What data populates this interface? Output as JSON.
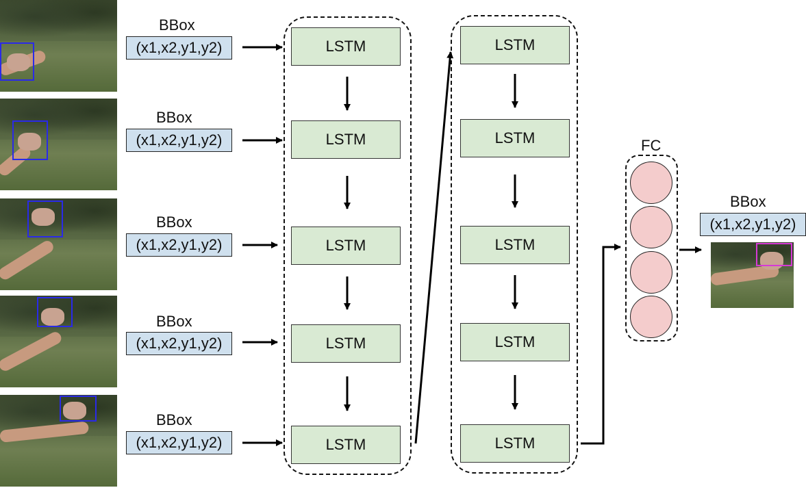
{
  "input_frames": [
    {
      "bbox_label": "BBox",
      "coords": "(x1,x2,y1,y2)"
    },
    {
      "bbox_label": "BBox",
      "coords": "(x1,x2,y1,y2)"
    },
    {
      "bbox_label": "BBox",
      "coords": "(x1,x2,y1,y2)"
    },
    {
      "bbox_label": "BBox",
      "coords": "(x1,x2,y1,y2)"
    },
    {
      "bbox_label": "BBox",
      "coords": "(x1,x2,y1,y2)"
    }
  ],
  "lstm_layer1": [
    "LSTM",
    "LSTM",
    "LSTM",
    "LSTM",
    "LSTM"
  ],
  "lstm_layer2": [
    "LSTM",
    "LSTM",
    "LSTM",
    "LSTM",
    "LSTM"
  ],
  "fc": {
    "label": "FC",
    "neuron_count": 4
  },
  "output": {
    "bbox_label": "BBox",
    "coords": "(x1,x2,y1,y2)"
  },
  "colors": {
    "lstm_fill": "#d9ead3",
    "coord_fill": "#cfe0ee",
    "neuron_fill": "#f4cccc",
    "input_box": "#2a2ae8",
    "output_box": "#d63ad6"
  }
}
